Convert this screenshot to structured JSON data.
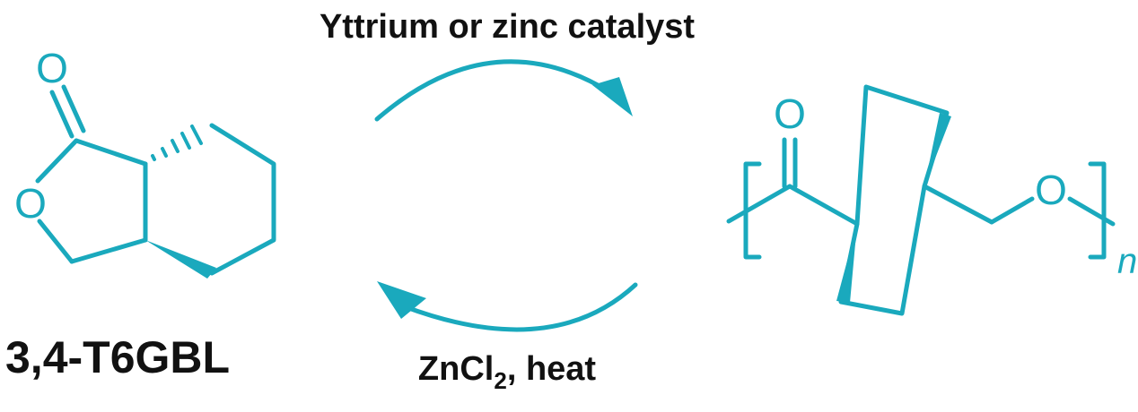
{
  "colors": {
    "structure": "#1aa9bd",
    "text": "#111111",
    "background": "#ffffff"
  },
  "monomer": {
    "name": "3,4-T6GBL",
    "carbonyl_oxygen": "O",
    "ring_oxygen": "O"
  },
  "forward_reaction": {
    "label": "Yttrium or zinc catalyst"
  },
  "reverse_reaction": {
    "label_main": "ZnCl",
    "label_subscript": "2",
    "label_tail": ", heat"
  },
  "polymer": {
    "carbonyl_oxygen": "O",
    "backbone_oxygen": "O",
    "repeat_index": "n"
  }
}
